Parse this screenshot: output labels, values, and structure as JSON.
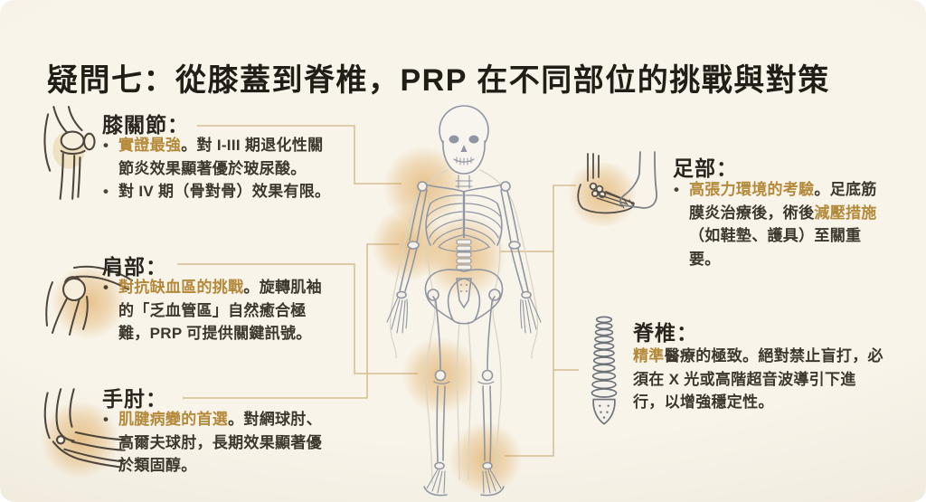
{
  "title": "疑問七：從膝蓋到脊椎，PRP 在不同部位的挑戰與對策",
  "bullet_marker": "•",
  "colors": {
    "background": "#f6f1e6",
    "accent_gold": "#b5893a",
    "text_dark": "#3d372d",
    "heading_dark": "#2a261f",
    "connector_line": "#c4a369",
    "glow_orange": "#d68d26",
    "skeleton_gray": "#939aa6"
  },
  "icons": {
    "knee": "knee-joint-icon",
    "shoulder": "shoulder-joint-icon",
    "elbow": "elbow-joint-icon",
    "foot": "foot-bones-icon",
    "foot_outline": "foot-outline-icon",
    "spine": "spine-column-icon",
    "center": "human-skeleton-figure"
  },
  "sections": {
    "knee": {
      "heading": "膝關節：",
      "bullets": [
        {
          "segments": [
            {
              "text": "實證最強",
              "gold": true
            },
            {
              "text": "。對 I-III 期退化性關節炎效果顯著優於玻尿酸。",
              "gold": false
            }
          ]
        },
        {
          "segments": [
            {
              "text": "對 IV 期（骨對骨）效果有限。",
              "gold": false
            }
          ]
        }
      ]
    },
    "shoulder": {
      "heading": "肩部：",
      "bullets": [
        {
          "segments": [
            {
              "text": "對抗缺血區的挑戰",
              "gold": true
            },
            {
              "text": "。旋轉肌袖的「乏血管區」自然癒合極難，PRP 可提供關鍵訊號。",
              "gold": false
            }
          ]
        }
      ]
    },
    "elbow": {
      "heading": "手肘：",
      "bullets": [
        {
          "segments": [
            {
              "text": "肌腱病變的首選",
              "gold": true
            },
            {
              "text": "。對網球肘、高爾夫球肘，長期效果顯著優於類固醇。",
              "gold": false
            }
          ]
        }
      ]
    },
    "foot": {
      "heading": "足部：",
      "bullets": [
        {
          "segments": [
            {
              "text": "高張力環境的考驗",
              "gold": true
            },
            {
              "text": "。足底筋膜炎治療後，術後",
              "gold": false
            },
            {
              "text": "減壓措施",
              "gold": true
            },
            {
              "text": "（如鞋墊、護具）至關重要。",
              "gold": false
            }
          ]
        }
      ]
    },
    "spine": {
      "heading": "脊椎：",
      "paragraph": {
        "segments": [
          {
            "text": "精準",
            "gold": true
          },
          {
            "text": "醫療的極致。絕對禁止盲打，必須在 X 光或高階超音波導引下進行，以增強穩定性。",
            "gold": false
          }
        ]
      }
    }
  }
}
